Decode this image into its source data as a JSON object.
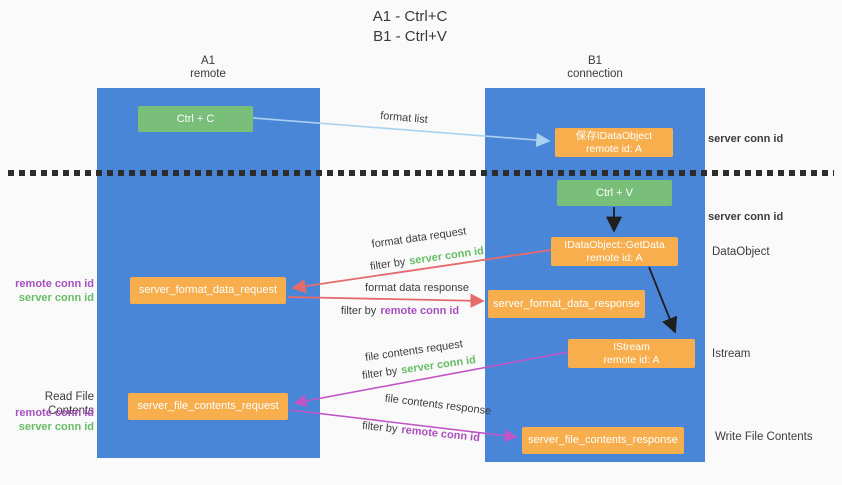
{
  "title": {
    "line1": "A1 - Ctrl+C",
    "line2": "B1 - Ctrl+V"
  },
  "columns": {
    "left": {
      "name": "A1",
      "role": "remote"
    },
    "right": {
      "name": "B1",
      "role": "connection"
    }
  },
  "nodes": {
    "ctrl_c": "Ctrl + C",
    "ctrl_v": "Ctrl + V",
    "save_idataobject": {
      "line1": "保存IDataObject",
      "line2": "remote id: A"
    },
    "getdata": {
      "line1": "IDataObject::GetData",
      "line2": "remote id: A"
    },
    "istream": {
      "line1": "IStream",
      "line2": "remote id: A"
    },
    "server_format_data_request": "server_format_data_request",
    "server_format_data_response": "server_format_data_response",
    "server_file_contents_request": "server_file_contents_request",
    "server_file_contents_response": "server_file_contents_response"
  },
  "labels": {
    "format_list": "format list",
    "format_data_request": "format data request",
    "format_data_response": "format data response",
    "file_contents_request": "file contents request",
    "file_contents_response": "file contents response",
    "filter_by": "filter by",
    "server_conn_id": "server conn id",
    "remote_conn_id": "remote conn id",
    "dataobject": "DataObject",
    "istream": "Istream",
    "read_file_contents": "Read File Contents",
    "write_file_contents": "Write File Contents"
  },
  "colors": {
    "column_blue": "#4a86d8",
    "node_green": "#79be79",
    "node_orange": "#f9ae4e",
    "arrow_light_blue": "#a9d3f1",
    "arrow_red": "#e56a6c",
    "arrow_purple": "#c055c5",
    "arrow_black": "#1f1f1f",
    "text_green": "#67bd67",
    "text_purple": "#a84fc0",
    "background": "#fafafa"
  }
}
